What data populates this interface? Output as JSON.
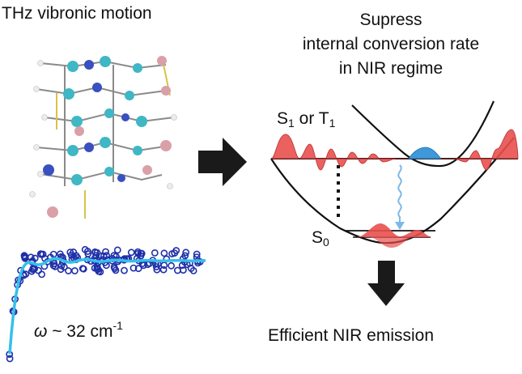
{
  "title_left": "THz vibronic motion",
  "title_right_lines": [
    "Supress",
    "internal conversion rate",
    "in NIR regime"
  ],
  "state_upper": {
    "s": "S",
    "s_sub": "1",
    "mid": " or T",
    "t_sub": "1"
  },
  "state_lower": {
    "s": "S",
    "sub": "0"
  },
  "omega_label": {
    "sym": "ω",
    "text": " ~ 32 cm",
    "sup": "-1"
  },
  "bottom_label": "Efficient NIR emission",
  "colors": {
    "wavepacket": "#e8504f",
    "wavepacket_blue": "#3f98d8",
    "arrow": "#1a1a1a",
    "trace_points": "#1f2fa8",
    "trace_fit": "#35c0ea",
    "decay_arrow": "#7fb8e8"
  },
  "icons": [
    "molecular-structure-image",
    "right-arrow-icon",
    "down-arrow-icon",
    "wavy-decay-arrow-icon"
  ]
}
